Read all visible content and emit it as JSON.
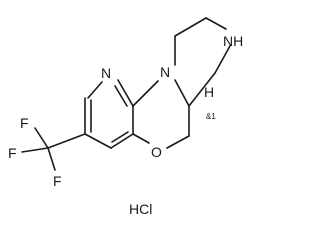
{
  "molecule": {
    "atoms": {
      "pyridine_n": "N",
      "ring_n": "N",
      "amine_nh": "NH",
      "ether_o": "O",
      "stereo_h": "H",
      "stereo_label": "&1",
      "fluorine_top": "F",
      "fluorine_left": "F",
      "fluorine_bottom": "F"
    },
    "salt": "HCl"
  }
}
